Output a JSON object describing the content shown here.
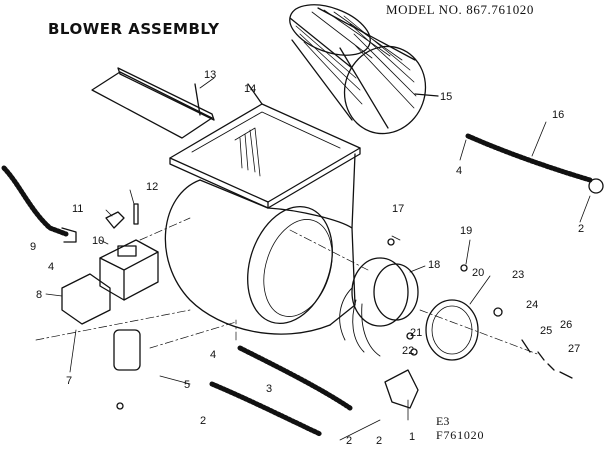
{
  "header": {
    "title": "BLOWER ASSEMBLY",
    "model": "MODEL NO. 867.761020"
  },
  "footer": {
    "code_1": "E3",
    "code_2": "F761020"
  },
  "callouts": [
    "1",
    "2",
    "2",
    "2",
    "2",
    "3",
    "4",
    "4",
    "4",
    "5",
    "7",
    "8",
    "9",
    "10",
    "11",
    "12",
    "13",
    "14",
    "15",
    "16",
    "17",
    "18",
    "19",
    "20",
    "21",
    "22",
    "23",
    "24",
    "25",
    "26",
    "27"
  ]
}
